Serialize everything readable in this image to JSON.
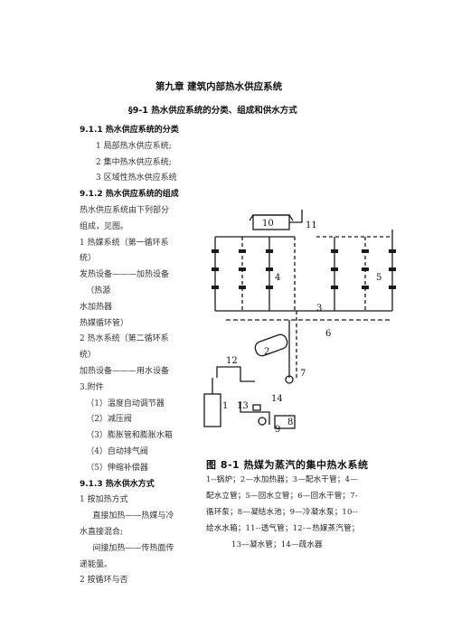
{
  "chapter_title": "第九章  建筑内部热水供应系统",
  "section_title": "§9-1  热水供应系统的分类、组成和供水方式",
  "left_lines": [
    {
      "text": "9.1.1  热水供应系统的分类",
      "style": "h3",
      "indent": 0
    },
    {
      "text": "1  局部热水供应系统;",
      "style": "body",
      "indent": 1
    },
    {
      "text": "2  集中热水供应系统;",
      "style": "body",
      "indent": 1
    },
    {
      "text": "3  区域性热水供应系统",
      "style": "body",
      "indent": 1
    },
    {
      "text": "9.1.2    热水供应系统的组成",
      "style": "h3",
      "indent": 0
    },
    {
      "text": "热水供应系统由下列部分",
      "style": "body",
      "indent": 0
    },
    {
      "text": "组成，见图。",
      "style": "body",
      "indent": 0
    },
    {
      "text": "1  热媒系统（第一循环系",
      "style": "body",
      "indent": 0
    },
    {
      "text": "统）",
      "style": "body",
      "indent": 0
    },
    {
      "text": "发热设备———加热设备",
      "style": "body",
      "indent": 0
    },
    {
      "text": "（热源",
      "style": "body",
      "indent": 0.4
    },
    {
      "text": "水加热器",
      "style": "body",
      "indent": 0
    },
    {
      "text": "热媒循环管）",
      "style": "body",
      "indent": 0
    },
    {
      "text": "2  热水系统（第二循环系",
      "style": "body",
      "indent": 0
    },
    {
      "text": "统）",
      "style": "body",
      "indent": 0
    },
    {
      "text": "加热设备———用水设备",
      "style": "body",
      "indent": 0
    },
    {
      "text": "3.附件",
      "style": "body",
      "indent": 0
    },
    {
      "text": "（1）温度自动调节器",
      "style": "body",
      "indent": 0.4
    },
    {
      "text": "（2）减压阀",
      "style": "body",
      "indent": 0.4
    },
    {
      "text": "（3）膨胀管和膨胀水箱",
      "style": "body",
      "indent": 0.4
    },
    {
      "text": "（4）自动排气阀",
      "style": "body",
      "indent": 0.4
    },
    {
      "text": "（5）伸缩补偿器",
      "style": "body",
      "indent": 0.4
    },
    {
      "text": "9.1.3  热水供水方式",
      "style": "h3",
      "indent": 0
    },
    {
      "text": "1  按加热方式",
      "style": "body",
      "indent": 0
    },
    {
      "text": "直接加热——热媒与冷",
      "style": "body",
      "indent": 0.8
    },
    {
      "text": "水直接混合;",
      "style": "body",
      "indent": 0
    },
    {
      "text": "间接加热——传热面传",
      "style": "body",
      "indent": 0.8
    },
    {
      "text": "递能量。",
      "style": "body",
      "indent": 0
    },
    {
      "text": "2  按循环与否",
      "style": "body",
      "indent": 0
    }
  ],
  "figure": {
    "labels": [
      "10",
      "11",
      "4",
      "5",
      "3",
      "6",
      "2",
      "12",
      "7",
      "14",
      "1",
      "13",
      "9",
      "8"
    ],
    "caption_title": "图 8-1    热媒为蒸汽的集中热水系统",
    "legend_lines": [
      "1--锅炉；2—水加热器；3—配水干管；4—",
      "配水立管；5—回水立管；6—回水干管；7-",
      "循环泵；8—凝结水池；9—冷凝水泵；10--",
      "给水水箱；11--透气管；12-~热媒蒸汽管；",
      "13—凝水管；14—疏水器"
    ]
  },
  "colors": {
    "text": "#111111",
    "diagram": "#1a1a1a"
  }
}
